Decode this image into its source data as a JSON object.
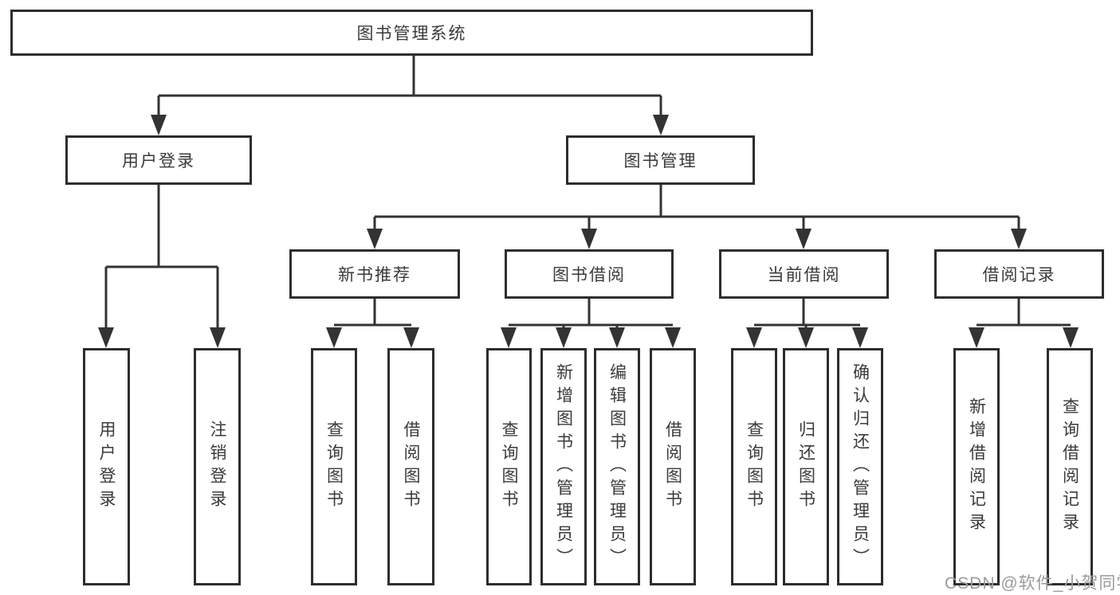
{
  "diagram": {
    "root": {
      "label": "图书管理系统"
    },
    "branches": [
      {
        "label": "用户登录",
        "children": [
          {
            "label": "用户登录"
          },
          {
            "label": "注销登录"
          }
        ]
      },
      {
        "label": "图书管理",
        "children": [
          {
            "label": "新书推荐",
            "children": [
              {
                "label": "查询图书"
              },
              {
                "label": "借阅图书"
              }
            ]
          },
          {
            "label": "图书借阅",
            "children": [
              {
                "label": "查询图书"
              },
              {
                "label": "新增图书（管理员）"
              },
              {
                "label": "编辑图书（管理员）"
              },
              {
                "label": "借阅图书"
              }
            ]
          },
          {
            "label": "当前借阅",
            "children": [
              {
                "label": "查询图书"
              },
              {
                "label": "归还图书"
              },
              {
                "label": "确认归还（管理员）"
              }
            ]
          },
          {
            "label": "借阅记录",
            "children": [
              {
                "label": "新增借阅记录"
              },
              {
                "label": "查询借阅记录"
              }
            ]
          }
        ]
      }
    ]
  },
  "watermark": {
    "text": "CSDN @软件_小贺同学"
  },
  "colors": {
    "line": "#333333",
    "box_border": "#2d2d2d",
    "text": "#3a3a3a",
    "watermark": "#9b9b9b",
    "background": "#ffffff"
  }
}
